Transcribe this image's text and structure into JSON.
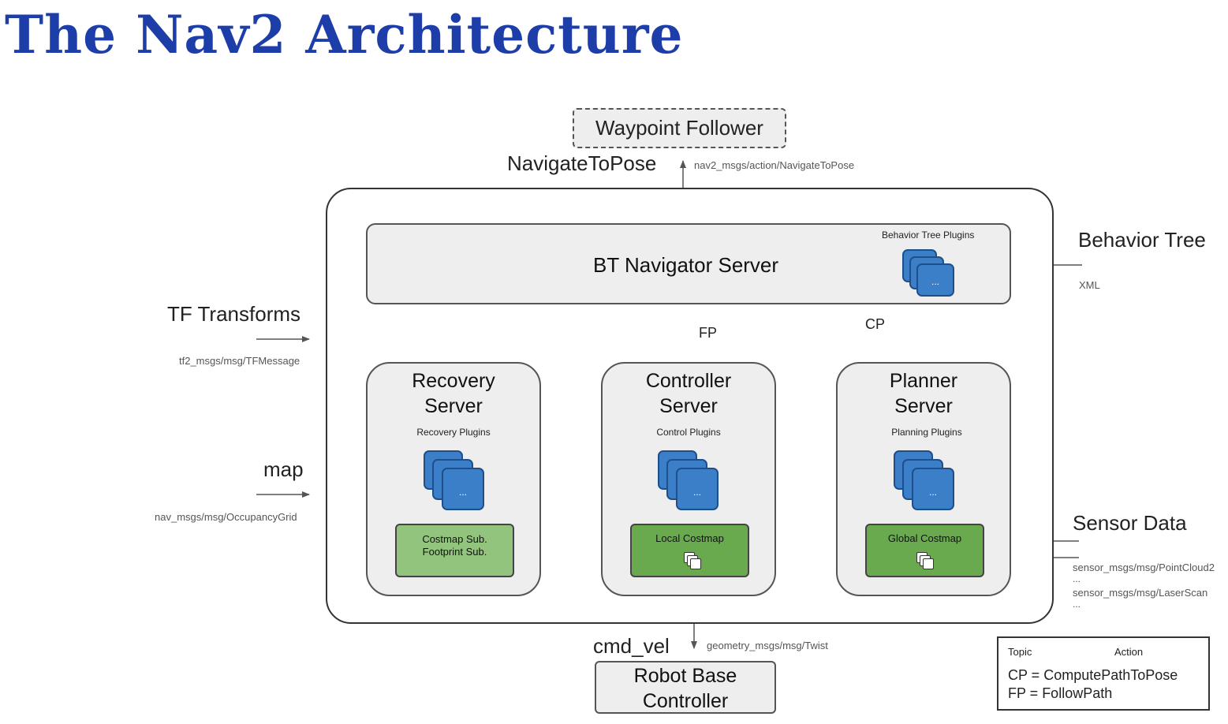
{
  "title": "The Nav2 Architecture",
  "waypoint_follower": "Waypoint Follower",
  "navigate_to_pose": "NavigateToPose",
  "navigate_topic": "nav2_msgs/action/NavigateToPose",
  "bt_navigator": {
    "label": "BT Navigator Server",
    "plugins_label": "Behavior Tree Plugins"
  },
  "behavior_tree": {
    "label": "Behavior Tree",
    "format": "XML"
  },
  "tf": {
    "label": "TF Transforms",
    "topic": "tf2_msgs/msg/TFMessage"
  },
  "map": {
    "label": "map",
    "topic": "nav_msgs/msg/OccupancyGrid"
  },
  "fp_label": "FP",
  "cp_label": "CP",
  "recovery": {
    "title_line1": "Recovery",
    "title_line2": "Server",
    "plugins_label": "Recovery Plugins",
    "costmap_line1": "Costmap Sub.",
    "costmap_line2": "Footprint Sub."
  },
  "controller": {
    "title_line1": "Controller",
    "title_line2": "Server",
    "plugins_label": "Control Plugins",
    "costmap": "Local Costmap"
  },
  "planner": {
    "title_line1": "Planner",
    "title_line2": "Server",
    "plugins_label": "Planning Plugins",
    "costmap": "Global Costmap"
  },
  "sensor": {
    "label": "Sensor Data",
    "topic1": "sensor_msgs/msg/PointCloud2",
    "ellipsis1": "...",
    "topic2": "sensor_msgs/msg/LaserScan",
    "ellipsis2": "..."
  },
  "cmd_vel": {
    "label": "cmd_vel",
    "topic": "geometry_msgs/msg/Twist"
  },
  "robot_base": {
    "line1": "Robot Base",
    "line2": "Controller"
  },
  "legend": {
    "topic": "Topic",
    "action": "Action",
    "cp_def": "CP = ComputePathToPose",
    "fp_def": "FP = FollowPath"
  },
  "plugin_dots": "...",
  "colors": {
    "title": "#1d3ea8",
    "plugin_blue": "#3c7fc9",
    "green_dark": "#6aaa4f",
    "green_light": "#93c47d",
    "box_grey": "#eeeeef"
  }
}
